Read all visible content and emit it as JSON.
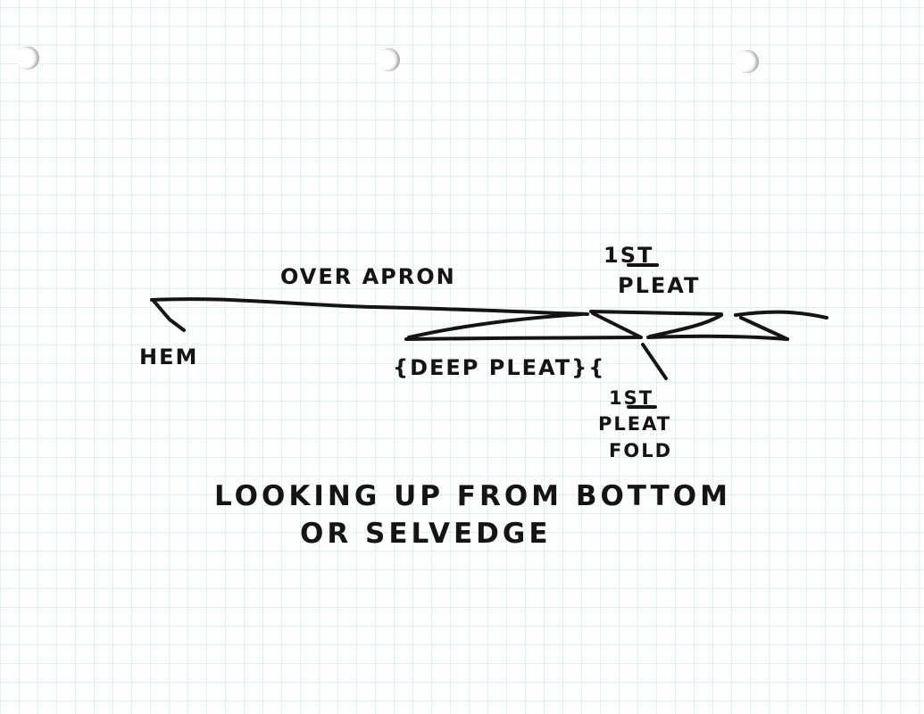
{
  "labels": {
    "over_apron": "OVER APRON",
    "hem": "HEM",
    "deep_pleat": "{DEEP PLEAT}{",
    "first_pleat_top_line1": "1ST",
    "first_pleat_top_line2": "PLEAT",
    "first_pleat_fold_line1": "1ST",
    "first_pleat_fold_line2": "PLEAT",
    "first_pleat_fold_line3": "FOLD",
    "caption_line1": "LOOKING UP FROM BOTTOM",
    "caption_line2": "OR SELVEDGE"
  },
  "colors": {
    "ink": "#141414",
    "paper": "#fdfefe",
    "grid": "#e3eef2"
  }
}
